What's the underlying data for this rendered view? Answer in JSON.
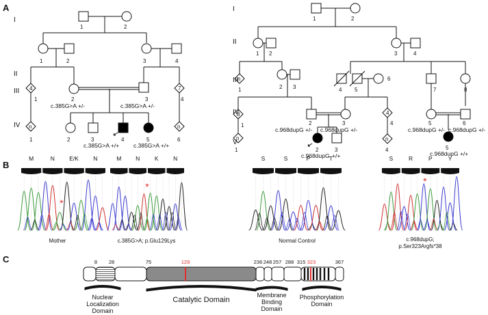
{
  "panels": {
    "A": "A",
    "B": "B",
    "C": "C"
  },
  "pedigree_left": {
    "generations": [
      "I",
      "II",
      "III",
      "IV"
    ],
    "individuals": {
      "I1": "1",
      "I2": "2",
      "II1": "1",
      "II2": "2",
      "II3": "3",
      "II4": "4",
      "III1": "1",
      "III2": "2",
      "III3": "3",
      "III4": "4",
      "III1_count": "4",
      "III4_count": "7",
      "IV1": "1",
      "IV2": "2",
      "IV3": "3",
      "IV4": "4",
      "IV5": "5",
      "IV6": "6",
      "IV1_count": "n",
      "IV6_count": "n"
    },
    "genotypes": {
      "III2": "c.385G>A +/-",
      "III3": "c.385G>A +/-",
      "IV4": "c.385G>A +/+",
      "IV5": "c.385G>A +/+"
    }
  },
  "pedigree_right": {
    "generations": [
      "I",
      "II",
      "III",
      "IV",
      "V"
    ],
    "individuals": {
      "I1": "1",
      "I2": "2",
      "II1": "1",
      "II2": "2",
      "II3": "3",
      "II4": "4",
      "III1": "1",
      "III2": "2",
      "III3": "3",
      "III4": "4",
      "III5": "5",
      "III6": "6",
      "III7": "7",
      "III8": "8",
      "III1_count": "n",
      "IV1": "1",
      "IV2": "2",
      "IV3": "3",
      "IV4": "4",
      "IV5": "5",
      "IV6": "6",
      "IV1_count": "8",
      "IV4_count": "4",
      "V1": "1",
      "V2": "2",
      "V3": "3",
      "V4": "4",
      "V5": "5",
      "V1_count": "n",
      "V4_count": "n"
    },
    "genotypes": {
      "IV2": "c.968dupG +/-",
      "IV3": "c.968dupG +/-",
      "IV5": "c.968dupG +/-",
      "IV6": "c.968dupG +/-",
      "V2": "c.968dupG",
      "V3": "+/+",
      "V5": "c.968dupG +/+"
    }
  },
  "chromatograms": {
    "mother": {
      "aa": [
        "M",
        "N",
        "E/K",
        "N"
      ],
      "caption": "Mother"
    },
    "patient1": {
      "aa": [
        "M",
        "N",
        "K",
        "N"
      ],
      "caption": "c.385G>A; p.Glu129Lys"
    },
    "control": {
      "aa": [
        "S",
        "S",
        "P",
        "T"
      ],
      "caption": "Normal Control"
    },
    "patient2": {
      "aa": [
        "S",
        "R",
        "P",
        "Y"
      ],
      "caption_line1": "c.968dupG;",
      "caption_line2": "p.Ser323Argfs*38"
    },
    "marker": "*",
    "colors": {
      "A": "#3a9a3a",
      "C": "#3b3bd0",
      "G": "#222222",
      "T": "#d03030",
      "marker": "#e03030"
    }
  },
  "protein": {
    "positions": {
      "p8": "8",
      "p28": "28",
      "p75": "75",
      "p129": "129",
      "p236": "236",
      "p248": "248",
      "p257": "257",
      "p288": "288",
      "p315": "315",
      "p323": "323",
      "p367": "367"
    },
    "highlight_color": "#e03030",
    "domains": {
      "nls_line1": "Nuclear",
      "nls_line2": "Localization",
      "nls_line3": "Domain",
      "catalytic": "Catalytic Domain",
      "membrane_line1": "Membrane",
      "membrane_line2": "Binding",
      "membrane_line3": "Domain",
      "phospho_line1": "Phosphorylation",
      "phospho_line2": "Domain"
    }
  }
}
